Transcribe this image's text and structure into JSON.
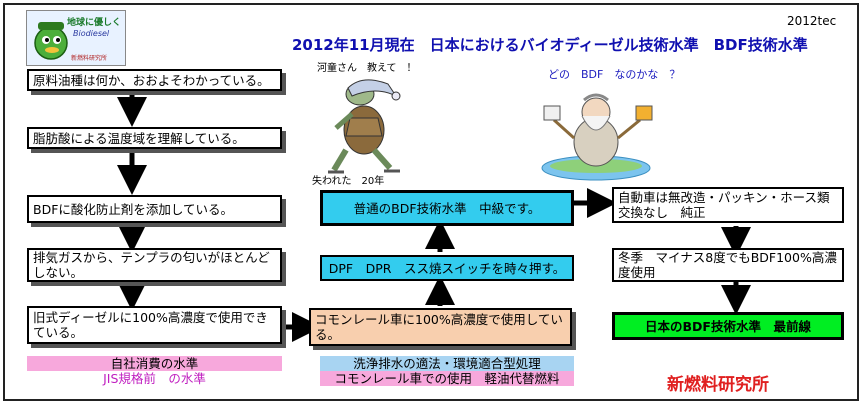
{
  "header": {
    "title": "2012年11月現在　日本におけるバイオディーゼル技術水準　BDF技術水準",
    "tag": "2012tec"
  },
  "logo": {
    "line1": "地球に優しく",
    "line2": "Biodiesel",
    "line3": "新燃料研究所"
  },
  "left_column": [
    "原料油種は何か、おおよそわかっている。",
    "脂肪酸による温度域を理解している。",
    "BDFに酸化防止剤を添加している。",
    "排気ガスから、テンプラの匂いがほとんどしない。",
    "旧式ディーゼルに100%高濃度で使用できている。"
  ],
  "middle_column": {
    "top": "普通のBDF技術水準　中級です。",
    "middle": "DPF　DPR　スス焼スイッチを時々押す。",
    "bottom": "コモンレール車に100%高濃度で使用している。"
  },
  "right_column": {
    "top": "自動車は無改造・パッキン・ホース類交換なし　純正",
    "middle": "冬季　マイナス8度でもBDF100%高濃度使用",
    "bottom": "日本のBDF技術水準　最前線"
  },
  "legend_left": {
    "line1": "自社消費の水準",
    "line2": "JIS規格前　の水準"
  },
  "legend_middle": {
    "line1": "洗浄排水の適法・環境適合型処理",
    "line2": "コモンレール車での使用　軽油代替燃料"
  },
  "turtle": {
    "speech": "河童さん　教えて　！",
    "caption": "失われた　20年"
  },
  "sage": {
    "speech": "どの　BDF　なのかな　？"
  },
  "brand": "新燃料研究所",
  "colors": {
    "title": "#1010b0",
    "cyan_box": "#33ccee",
    "peach_box": "#f8cfae",
    "green_box": "#00ee22",
    "legend_pink": "#f7a8dc",
    "legend_blue": "#a8d4f2",
    "legend_pink_text": "#c020c0",
    "brand": "#e02020"
  }
}
